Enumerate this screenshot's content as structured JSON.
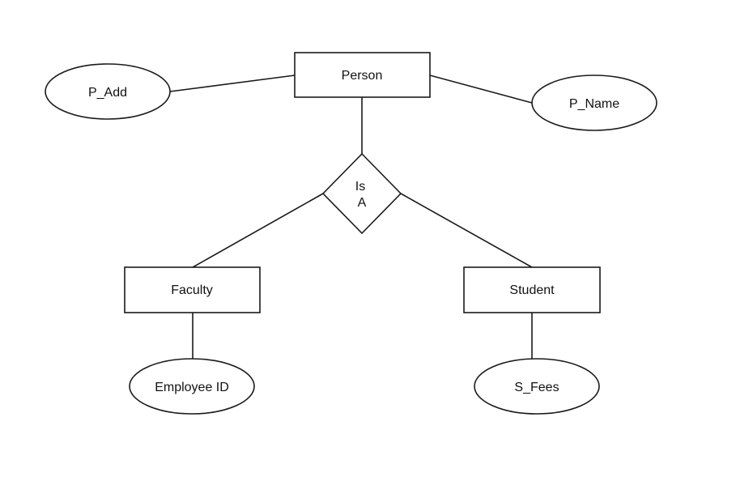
{
  "diagram": {
    "entities": {
      "person": "Person",
      "faculty": "Faculty",
      "student": "Student"
    },
    "attributes": {
      "p_add": "P_Add",
      "p_name": "P_Name",
      "employee_id": "Employee ID",
      "s_fees": "S_Fees"
    },
    "relationship": {
      "line1": "Is",
      "line2": "A"
    }
  }
}
